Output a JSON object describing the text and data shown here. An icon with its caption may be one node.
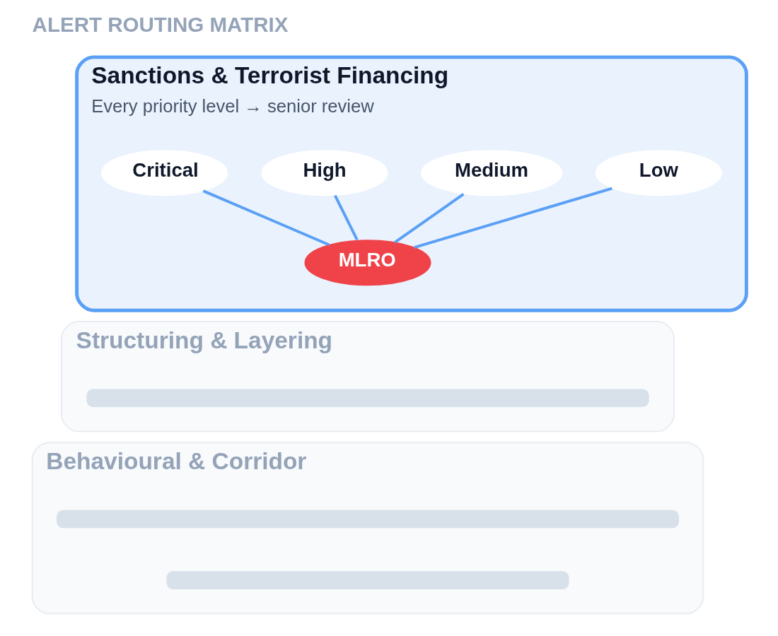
{
  "diagram": {
    "title": "ALERT ROUTING MATRIX",
    "nodes": [
      {
        "text": [
          "Sanctions & Terrorist Financing",
          "Every priority level → senior review"
        ]
      },
      {
        "text": [
          "Critical"
        ],
        "in": 0
      },
      {
        "text": [
          "High"
        ],
        "in": 0
      },
      {
        "text": [
          "Medium"
        ],
        "in": 0
      },
      {
        "text": [
          "Low"
        ],
        "in": 0
      },
      {
        "text": [
          "MLRO"
        ],
        "in": 0
      },
      {
        "text": [
          "Structuring & Layering"
        ]
      },
      {
        "text": [],
        "shape": "bar",
        "in": 6
      },
      {
        "text": [
          "Behavioural & Corridor"
        ]
      },
      {
        "text": [],
        "shape": "bar",
        "in": 8
      },
      {
        "text": [],
        "shape": "bar",
        "in": 8
      }
    ],
    "edges": [
      {
        "from": 1,
        "to": 5,
        "arrow": "none"
      },
      {
        "from": 2,
        "to": 5,
        "arrow": "none"
      },
      {
        "from": 3,
        "to": 5,
        "arrow": "none"
      },
      {
        "from": 4,
        "to": 5,
        "arrow": "none"
      }
    ]
  }
}
